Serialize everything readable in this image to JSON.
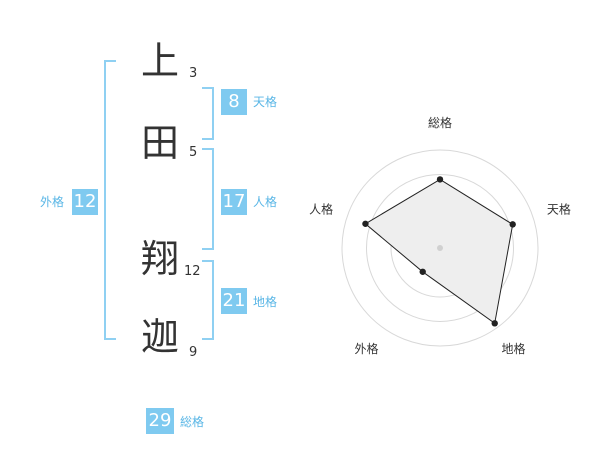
{
  "name": {
    "chars": [
      {
        "char": "上",
        "strokes": "3"
      },
      {
        "char": "田",
        "strokes": "5"
      },
      {
        "char": "翔",
        "strokes": "12"
      },
      {
        "char": "迦",
        "strokes": "9"
      }
    ]
  },
  "fortune": {
    "tenkaku": {
      "value": "8",
      "label": "天格"
    },
    "jinkaku": {
      "value": "17",
      "label": "人格"
    },
    "chikaku": {
      "value": "21",
      "label": "地格"
    },
    "gaikaku": {
      "value": "12",
      "label": "外格"
    },
    "soukaku": {
      "value": "29",
      "label": "総格"
    }
  },
  "colors": {
    "accent": "#7fcaf0",
    "label": "#59b6e6",
    "bracket": "#8fd0f2",
    "text": "#333333"
  },
  "chart_data": {
    "type": "radar",
    "axes": [
      "総格",
      "天格",
      "地格",
      "外格",
      "人格"
    ],
    "values": [
      0.7,
      0.78,
      0.95,
      0.3,
      0.8
    ],
    "rings": 4,
    "grid": true
  }
}
